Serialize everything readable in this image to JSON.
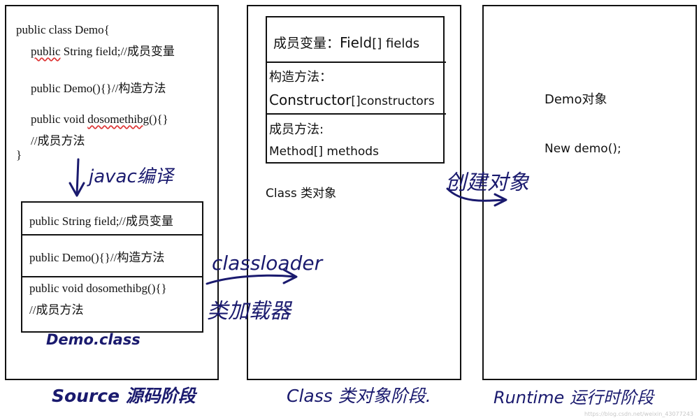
{
  "source_panel": {
    "code": {
      "line1": "public class Demo{",
      "line2_kw": "public",
      "line2_rest": " String field;//成员变量",
      "line3": "public Demo(){}//构造方法",
      "line4_pre": "public void ",
      "line4_method": "dosomethibg",
      "line4_post": "(){}",
      "line5": "//成员方法",
      "line6": "}"
    },
    "compile_label": "javac编译",
    "class_file": {
      "field": "public String field;//成员变量",
      "constructor": "public Demo(){}//构造方法",
      "method": "public void dosomethibg(){}",
      "method_comment": "//成员方法"
    },
    "class_file_name": "Demo.class",
    "stage_label": "Source 源码阶段"
  },
  "loader_label": "classloader",
  "loader_cn": "类加载器",
  "class_panel": {
    "fields_label": "成员变量：Field[] fields",
    "fields_cn": "成员变量：",
    "fields_en": "Field",
    "fields_rest": "[] fields",
    "constructors_cn": "构造方法：",
    "constructors_en": "Constructor",
    "constructors_rest": "[]constructors",
    "methods_cn": "成员方法:",
    "methods_en": "Method[] methods",
    "class_object": "Class 类对象",
    "stage_label": "Class 类对象阶段."
  },
  "create_label": "创建对象",
  "runtime_panel": {
    "object_label": "Demo对象",
    "new_expr": "New demo();",
    "stage_label": "Runtime 运行时阶段"
  },
  "watermark": "https://blog.csdn.net/weixin_43077243"
}
